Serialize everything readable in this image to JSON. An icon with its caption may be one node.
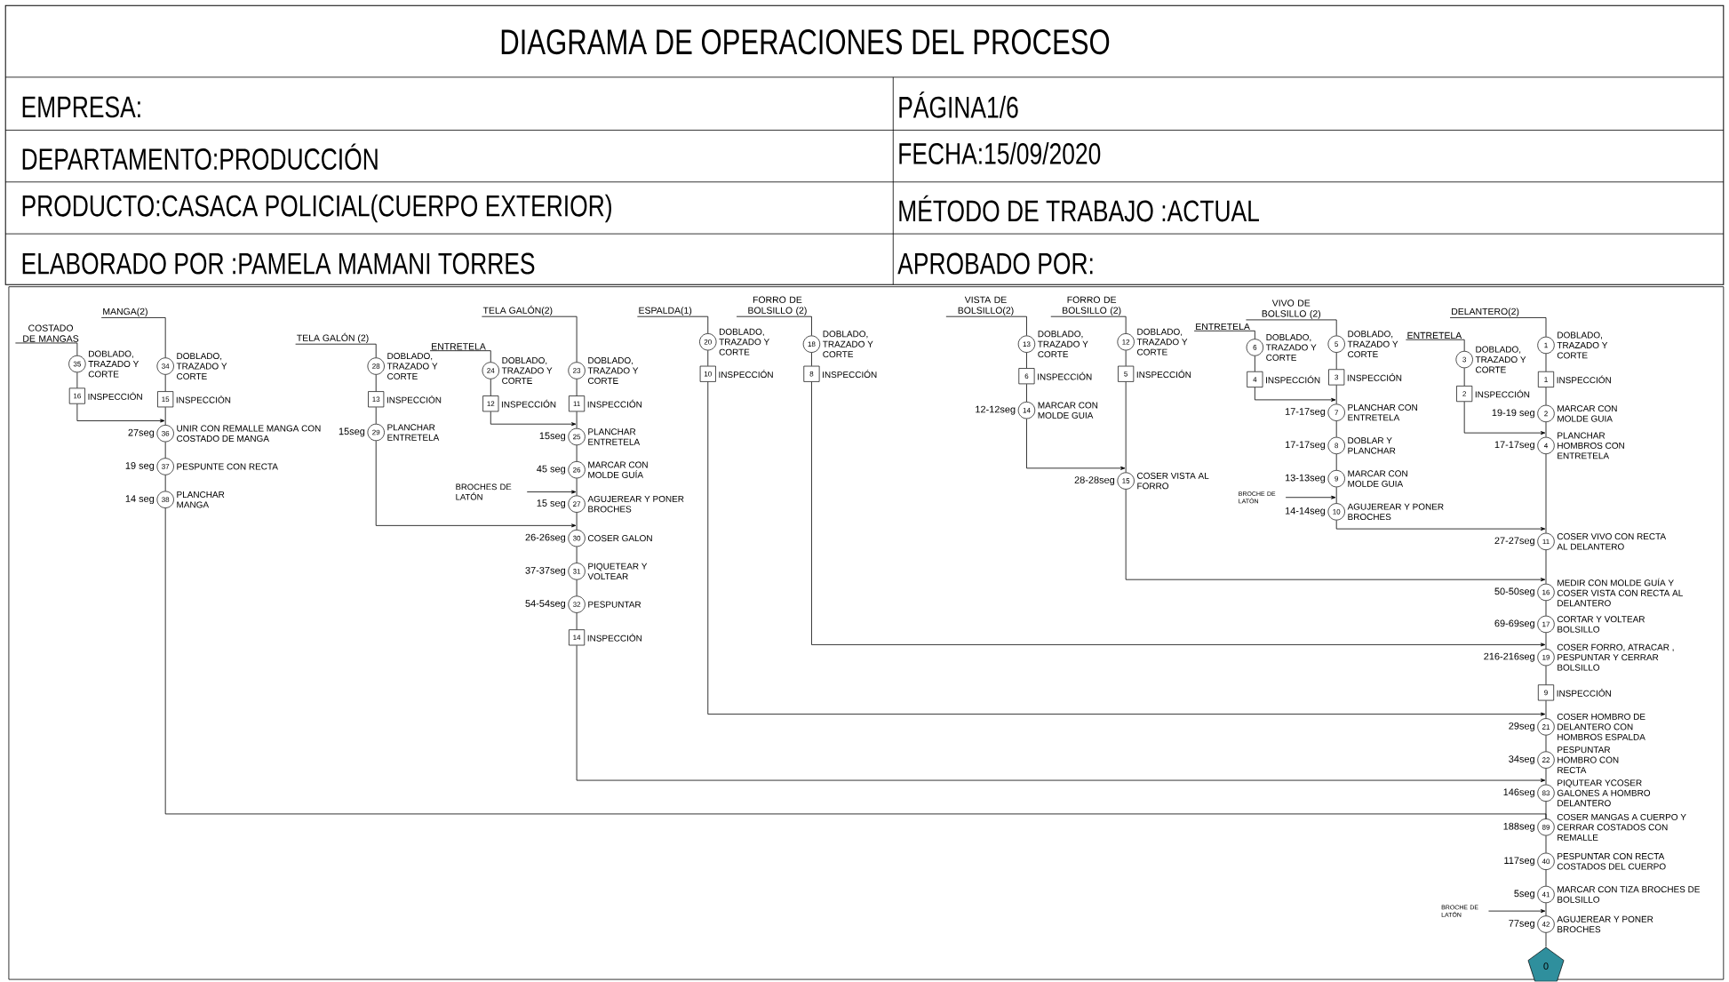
{
  "diagram": {
    "title": "DIAGRAMA DE OPERACIONES DEL PROCESO",
    "nodes": [
      {
        "text": [
          "COSTADO DE MANGAS"
        ]
      },
      {
        "text": [
          "35"
        ],
        "beside": [
          "DOBLADO, TRAZADO Y CORTE"
        ]
      },
      {
        "text": [
          "16"
        ],
        "beside": [
          "INSPECCIÓN"
        ]
      },
      {
        "text": [
          "MANGA(2)"
        ]
      },
      {
        "text": [
          "34"
        ],
        "beside": [
          "DOBLADO, TRAZADO Y CORTE"
        ]
      },
      {
        "text": [
          "15"
        ],
        "beside": [
          "INSPECCIÓN"
        ]
      },
      {
        "text": [
          "36"
        ],
        "beside": [
          "27seg",
          "UNIR CON REMALLE MANGA CON COSTADO DE MANGA"
        ]
      },
      {
        "text": [
          "37"
        ],
        "beside": [
          "19 seg",
          "PESPUNTE CON RECTA"
        ]
      },
      {
        "text": [
          "38"
        ],
        "beside": [
          "14 seg",
          "PLANCHAR MANGA"
        ]
      },
      {
        "text": [
          "TELA GALÓN (2)"
        ]
      },
      {
        "text": [
          "28"
        ],
        "beside": [
          "DOBLADO, TRAZADO Y CORTE"
        ]
      },
      {
        "text": [
          "13"
        ],
        "beside": [
          "INSPECCIÓN"
        ]
      },
      {
        "text": [
          "29"
        ],
        "beside": [
          "15seg",
          "PLANCHAR ENTRETELA"
        ]
      },
      {
        "text": [
          "ENTRETELA"
        ]
      },
      {
        "text": [
          "24"
        ],
        "beside": [
          "DOBLADO, TRAZADO Y CORTE"
        ]
      },
      {
        "text": [
          "12"
        ],
        "beside": [
          "INSPECCIÓN"
        ]
      },
      {
        "text": [
          "TELA GALÓN(2)"
        ]
      },
      {
        "text": [
          "23"
        ],
        "beside": [
          "DOBLADO, TRAZADO Y CORTE"
        ]
      },
      {
        "text": [
          "11"
        ],
        "beside": [
          "INSPECCIÓN"
        ]
      },
      {
        "text": [
          "25"
        ],
        "beside": [
          "15seg",
          "PLANCHAR ENTRETELA"
        ]
      },
      {
        "text": [
          "26"
        ],
        "beside": [
          "45 seg",
          "MARCAR CON MOLDE GUÍA"
        ]
      },
      {
        "text": [
          "BROCHES DE LATÓN"
        ]
      },
      {
        "text": [
          "27"
        ],
        "beside": [
          "15 seg",
          "AGUJEREAR Y PONER BROCHES"
        ]
      },
      {
        "text": [
          "30"
        ],
        "beside": [
          "26-26seg",
          "COSER GALON"
        ]
      },
      {
        "text": [
          "31"
        ],
        "beside": [
          "37-37seg",
          "PIQUETEAR Y VOLTEAR"
        ]
      },
      {
        "text": [
          "32"
        ],
        "beside": [
          "54-54seg",
          "PESPUNTAR"
        ]
      },
      {
        "text": [
          "14"
        ],
        "beside": [
          "INSPECCIÓN"
        ]
      },
      {
        "text": [
          "ESPALDA(1)"
        ]
      },
      {
        "text": [
          "20"
        ],
        "beside": [
          "DOBLADO, TRAZADO Y CORTE"
        ]
      },
      {
        "text": [
          "10"
        ],
        "beside": [
          "INSPECCIÓN"
        ]
      },
      {
        "text": [
          "FORRO DE BOLSILLO (2)"
        ]
      },
      {
        "text": [
          "18"
        ],
        "beside": [
          "DOBLADO, TRAZADO Y CORTE"
        ]
      },
      {
        "text": [
          "8"
        ],
        "beside": [
          "INSPECCIÓN"
        ]
      },
      {
        "text": [
          "VISTA DE BOLSILLO(2)"
        ]
      },
      {
        "text": [
          "13"
        ],
        "beside": [
          "DOBLADO, TRAZADO Y CORTE"
        ]
      },
      {
        "text": [
          "6"
        ],
        "beside": [
          "INSPECCIÓN"
        ]
      },
      {
        "text": [
          "14"
        ],
        "beside": [
          "12-12seg",
          "MARCAR CON MOLDE GUIA"
        ]
      },
      {
        "text": [
          "FORRO DE BOLSILLO (2)"
        ]
      },
      {
        "text": [
          "12"
        ],
        "beside": [
          "DOBLADO, TRAZADO Y CORTE"
        ]
      },
      {
        "text": [
          "5"
        ],
        "beside": [
          "INSPECCIÓN"
        ]
      },
      {
        "text": [
          "15"
        ],
        "beside": [
          "28-28seg",
          "COSER VISTA AL FORRO"
        ]
      },
      {
        "text": [
          "VIVO DE BOLSILLO (2)"
        ]
      },
      {
        "text": [
          "ENTRETELA"
        ]
      },
      {
        "text": [
          "6"
        ],
        "beside": [
          "DOBLADO, TRAZADO Y CORTE"
        ]
      },
      {
        "text": [
          "4"
        ],
        "beside": [
          "INSPECCIÓN"
        ]
      },
      {
        "text": [
          "5"
        ],
        "beside": [
          "DOBLADO, TRAZADO Y CORTE"
        ]
      },
      {
        "text": [
          "3"
        ],
        "beside": [
          "INSPECCIÓN"
        ]
      },
      {
        "text": [
          "7"
        ],
        "beside": [
          "17-17seg",
          "PLANCHAR CON ENTRETELA"
        ]
      },
      {
        "text": [
          "8"
        ],
        "beside": [
          "17-17seg",
          "DOBLAR Y PLANCHAR"
        ]
      },
      {
        "text": [
          "9"
        ],
        "beside": [
          "13-13seg",
          "MARCAR CON MOLDE GUIA"
        ]
      },
      {
        "text": [
          "BROCHE DE LATÓN"
        ]
      },
      {
        "text": [
          "10"
        ],
        "beside": [
          "14-14seg",
          "AGUJEREAR Y PONER BROCHES"
        ]
      },
      {
        "text": [
          "DELANTERO(2)"
        ]
      },
      {
        "text": [
          "ENTRETELA"
        ]
      },
      {
        "text": [
          "3"
        ],
        "beside": [
          "DOBLADO, TRAZADO Y CORTE"
        ]
      },
      {
        "text": [
          "2"
        ],
        "beside": [
          "INSPECCIÓN"
        ]
      },
      {
        "text": [
          "1"
        ],
        "beside": [
          "DOBLADO, TRAZADO Y CORTE"
        ]
      },
      {
        "text": [
          "1"
        ],
        "beside": [
          "INSPECCIÓN"
        ]
      },
      {
        "text": [
          "2"
        ],
        "beside": [
          "19-19 seg",
          "MARCAR CON MOLDE GUIA"
        ]
      },
      {
        "text": [
          "4"
        ],
        "beside": [
          "17-17seg",
          "PLANCHAR HOMBROS CON ENTRETELA"
        ]
      },
      {
        "text": [
          "11"
        ],
        "beside": [
          "27-27seg",
          "COSER VIVO CON RECTA AL DELANTERO"
        ]
      },
      {
        "text": [
          "16"
        ],
        "beside": [
          "50-50seg",
          "MEDIR CON MOLDE GUÍA Y COSER VISTA CON RECTA AL DELANTERO"
        ]
      },
      {
        "text": [
          "17"
        ],
        "beside": [
          "69-69seg",
          "CORTAR Y VOLTEAR BOLSILLO"
        ]
      },
      {
        "text": [
          "19"
        ],
        "beside": [
          "216-216seg",
          "COSER FORRO, ATRACAR , PESPUNTAR Y CERRAR BOLSILLO"
        ]
      },
      {
        "text": [
          "9"
        ],
        "beside": [
          "INSPECCIÓN"
        ]
      },
      {
        "text": [
          "21"
        ],
        "beside": [
          "29seg",
          "COSER HOMBRO DE DELANTERO CON HOMBROS ESPALDA"
        ]
      },
      {
        "text": [
          "22"
        ],
        "beside": [
          "34seg",
          "PESPUNTAR HOMBRO CON RECTA"
        ]
      },
      {
        "text": [
          "83"
        ],
        "beside": [
          "146seg",
          "PIQUTEAR YCOSER GALONES A HOMBRO DELANTERO"
        ]
      },
      {
        "text": [
          "89"
        ],
        "beside": [
          "188seg",
          "COSER MANGAS A CUERPO Y CERRAR COSTADOS CON REMALLE"
        ]
      },
      {
        "text": [
          "40"
        ],
        "beside": [
          "117seg",
          "PESPUNTAR CON RECTA COSTADOS DEL CUERPO"
        ]
      },
      {
        "text": [
          "41"
        ],
        "beside": [
          "5seg",
          "MARCAR CON TIZA BROCHES DE BOLSILLO"
        ]
      },
      {
        "text": [
          "BROCHE DE LATÓN"
        ]
      },
      {
        "text": [
          "42"
        ],
        "beside": [
          "77seg",
          "AGUJEREAR Y PONER BROCHES"
        ]
      },
      {
        "text": [
          "0"
        ]
      }
    ],
    "edges": [
      {
        "from": 0,
        "to": 1,
        "arrow": "none"
      },
      {
        "from": 1,
        "to": 2,
        "arrow": "none"
      },
      {
        "from": 2,
        "to": 6,
        "arrow": "to"
      },
      {
        "from": 3,
        "to": 4,
        "arrow": "none"
      },
      {
        "from": 4,
        "to": 5,
        "arrow": "none"
      },
      {
        "from": 5,
        "to": 6,
        "arrow": "none"
      },
      {
        "from": 6,
        "to": 7,
        "arrow": "none"
      },
      {
        "from": 7,
        "to": 8,
        "arrow": "none"
      },
      {
        "from": 8,
        "to": 68,
        "arrow": "none"
      },
      {
        "from": 9,
        "to": 10,
        "arrow": "none"
      },
      {
        "from": 10,
        "to": 11,
        "arrow": "none"
      },
      {
        "from": 11,
        "to": 12,
        "arrow": "none"
      },
      {
        "from": 12,
        "to": 23,
        "arrow": "to"
      },
      {
        "from": 13,
        "to": 14,
        "arrow": "none"
      },
      {
        "from": 14,
        "to": 15,
        "arrow": "none"
      },
      {
        "from": 15,
        "to": 19,
        "arrow": "to"
      },
      {
        "from": 16,
        "to": 17,
        "arrow": "none"
      },
      {
        "from": 17,
        "to": 18,
        "arrow": "none"
      },
      {
        "from": 18,
        "to": 19,
        "arrow": "none"
      },
      {
        "from": 19,
        "to": 20,
        "arrow": "none"
      },
      {
        "from": 20,
        "to": 22,
        "arrow": "none"
      },
      {
        "from": 21,
        "to": 22,
        "arrow": "to"
      },
      {
        "from": 22,
        "to": 23,
        "arrow": "none"
      },
      {
        "from": 23,
        "to": 24,
        "arrow": "none"
      },
      {
        "from": 24,
        "to": 25,
        "arrow": "none"
      },
      {
        "from": 25,
        "to": 26,
        "arrow": "none"
      },
      {
        "from": 26,
        "to": 67,
        "arrow": "to"
      },
      {
        "from": 27,
        "to": 28,
        "arrow": "none"
      },
      {
        "from": 28,
        "to": 29,
        "arrow": "none"
      },
      {
        "from": 29,
        "to": 65,
        "arrow": "to"
      },
      {
        "from": 30,
        "to": 31,
        "arrow": "none"
      },
      {
        "from": 31,
        "to": 32,
        "arrow": "none"
      },
      {
        "from": 32,
        "to": 63,
        "arrow": "to"
      },
      {
        "from": 33,
        "to": 34,
        "arrow": "none"
      },
      {
        "from": 34,
        "to": 35,
        "arrow": "none"
      },
      {
        "from": 35,
        "to": 36,
        "arrow": "none"
      },
      {
        "from": 36,
        "to": 40,
        "arrow": "to"
      },
      {
        "from": 37,
        "to": 38,
        "arrow": "none"
      },
      {
        "from": 38,
        "to": 39,
        "arrow": "none"
      },
      {
        "from": 39,
        "to": 40,
        "arrow": "none"
      },
      {
        "from": 40,
        "to": 61,
        "arrow": "to"
      },
      {
        "from": 41,
        "to": 45,
        "arrow": "none"
      },
      {
        "from": 42,
        "to": 43,
        "arrow": "none"
      },
      {
        "from": 43,
        "to": 44,
        "arrow": "none"
      },
      {
        "from": 44,
        "to": 47,
        "arrow": "to"
      },
      {
        "from": 45,
        "to": 46,
        "arrow": "none"
      },
      {
        "from": 46,
        "to": 47,
        "arrow": "none"
      },
      {
        "from": 47,
        "to": 48,
        "arrow": "none"
      },
      {
        "from": 48,
        "to": 49,
        "arrow": "none"
      },
      {
        "from": 49,
        "to": 51,
        "arrow": "none"
      },
      {
        "from": 50,
        "to": 51,
        "arrow": "to"
      },
      {
        "from": 51,
        "to": 60,
        "arrow": "to"
      },
      {
        "from": 52,
        "to": 56,
        "arrow": "none"
      },
      {
        "from": 53,
        "to": 54,
        "arrow": "none"
      },
      {
        "from": 54,
        "to": 55,
        "arrow": "none"
      },
      {
        "from": 55,
        "to": 59,
        "arrow": "to"
      },
      {
        "from": 56,
        "to": 57,
        "arrow": "none"
      },
      {
        "from": 57,
        "to": 58,
        "arrow": "none"
      },
      {
        "from": 58,
        "to": 59,
        "arrow": "none"
      },
      {
        "from": 59,
        "to": 60,
        "arrow": "none"
      },
      {
        "from": 60,
        "to": 61,
        "arrow": "none"
      },
      {
        "from": 61,
        "to": 62,
        "arrow": "none"
      },
      {
        "from": 62,
        "to": 63,
        "arrow": "none"
      },
      {
        "from": 63,
        "to": 64,
        "arrow": "none"
      },
      {
        "from": 64,
        "to": 65,
        "arrow": "none"
      },
      {
        "from": 65,
        "to": 66,
        "arrow": "none"
      },
      {
        "from": 66,
        "to": 67,
        "arrow": "none"
      },
      {
        "from": 67,
        "to": 68,
        "arrow": "none"
      },
      {
        "from": 68,
        "to": 69,
        "arrow": "none"
      },
      {
        "from": 69,
        "to": 70,
        "arrow": "none"
      },
      {
        "from": 70,
        "to": 72,
        "arrow": "none"
      },
      {
        "from": 71,
        "to": 72,
        "arrow": "to"
      },
      {
        "from": 72,
        "to": 73,
        "arrow": "none"
      }
    ],
    "labels": [
      "EMPRESA:",
      "PÁGINA1/6",
      "DEPARTAMENTO:PRODUCCIÓN",
      "FECHA:15/09/2020",
      "PRODUCTO:CASACA POLICIAL(CUERPO EXTERIOR)",
      "MÉTODO DE TRABAJO :ACTUAL",
      "ELABORADO POR :PAMELA MAMANI TORRES",
      "APROBADO POR:"
    ]
  }
}
